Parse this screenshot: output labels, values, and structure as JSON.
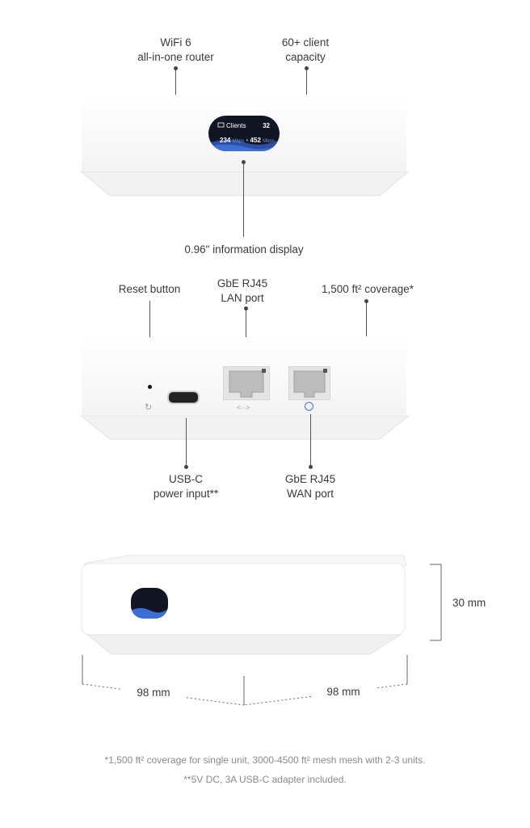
{
  "top_view": {
    "wifi_label": "WiFi 6\nall-in-one router",
    "capacity_label": "60+ client\ncapacity",
    "display_label": "0.96\" information display",
    "screen": {
      "title": "Clients",
      "count": "32",
      "down": "234",
      "up": "452",
      "unit": "Mbps"
    }
  },
  "back_view": {
    "reset_label": "Reset button",
    "lan_label": "GbE RJ45\nLAN port",
    "coverage_label": "1,500 ft² coverage*",
    "usb_label": "USB-C\npower input**",
    "wan_label": "GbE RJ45\nWAN port"
  },
  "dims_view": {
    "height": "30 mm",
    "width_left": "98 mm",
    "width_right": "98 mm"
  },
  "footnotes": {
    "note1": "*1,500 ft² coverage for single unit, 3000-4500 ft² mesh mesh with 2-3 units.",
    "note2": "**5V DC, 3A USB-C adapter included."
  },
  "colors": {
    "screen_bg": "#111524",
    "accent_blue": "#3b6fd6"
  }
}
